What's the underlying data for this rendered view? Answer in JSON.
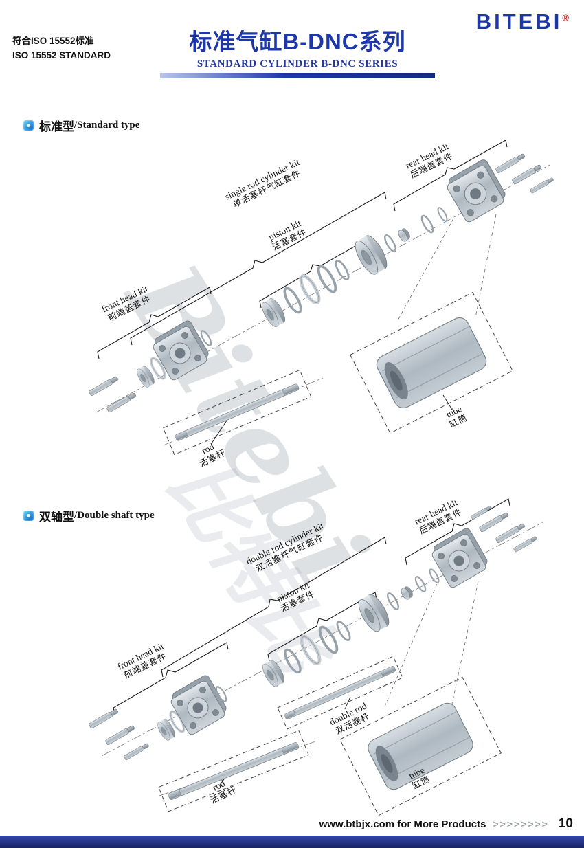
{
  "header": {
    "iso_line1": "符合ISO 15552标准",
    "iso_line2": "ISO 15552 STANDARD",
    "title_cn": "标准气缸B-DNC系列",
    "title_en": "STANDARD CYLINDER B-DNC SERIES",
    "brand": "BITEBI",
    "registered_mark": "®",
    "accent_color": "#1d37a8"
  },
  "watermark": {
    "text_en": "Bitebi",
    "text_cn": "比特比"
  },
  "sections": [
    {
      "heading_cn": "标准型",
      "heading_en": "/Standard type",
      "labels": {
        "kit_en": "single rod cylinder kit",
        "kit_cn": "单活塞杆气缸套件",
        "rear_head_en": "rear head kit",
        "rear_head_cn": "后端盖套件",
        "piston_en": "piston kit",
        "piston_cn": "活塞套件",
        "front_head_en": "front head kit",
        "front_head_cn": "前端盖套件",
        "rod_en": "rod",
        "rod_cn": "活塞杆",
        "tube_en": "tube",
        "tube_cn": "缸筒"
      }
    },
    {
      "heading_cn": "双轴型",
      "heading_en": "/Double shaft type",
      "labels": {
        "kit_en": "double rod cylinder kit",
        "kit_cn": "双活塞杆气缸套件",
        "rear_head_en": "rear head kit",
        "rear_head_cn": "后端盖套件",
        "piston_en": "piston kit",
        "piston_cn": "活塞套件",
        "front_head_en": "front head kit",
        "front_head_cn": "前端盖套件",
        "double_rod_en": "double rod",
        "double_rod_cn": "双活塞杆",
        "rod_en": "rod",
        "rod_cn": "活塞杆",
        "tube_en": "tube",
        "tube_cn": "缸筒"
      }
    }
  ],
  "footer": {
    "url_text": "www.btbjx.com for More Products",
    "arrows": ">>>>>>>>",
    "page_number": "10"
  }
}
